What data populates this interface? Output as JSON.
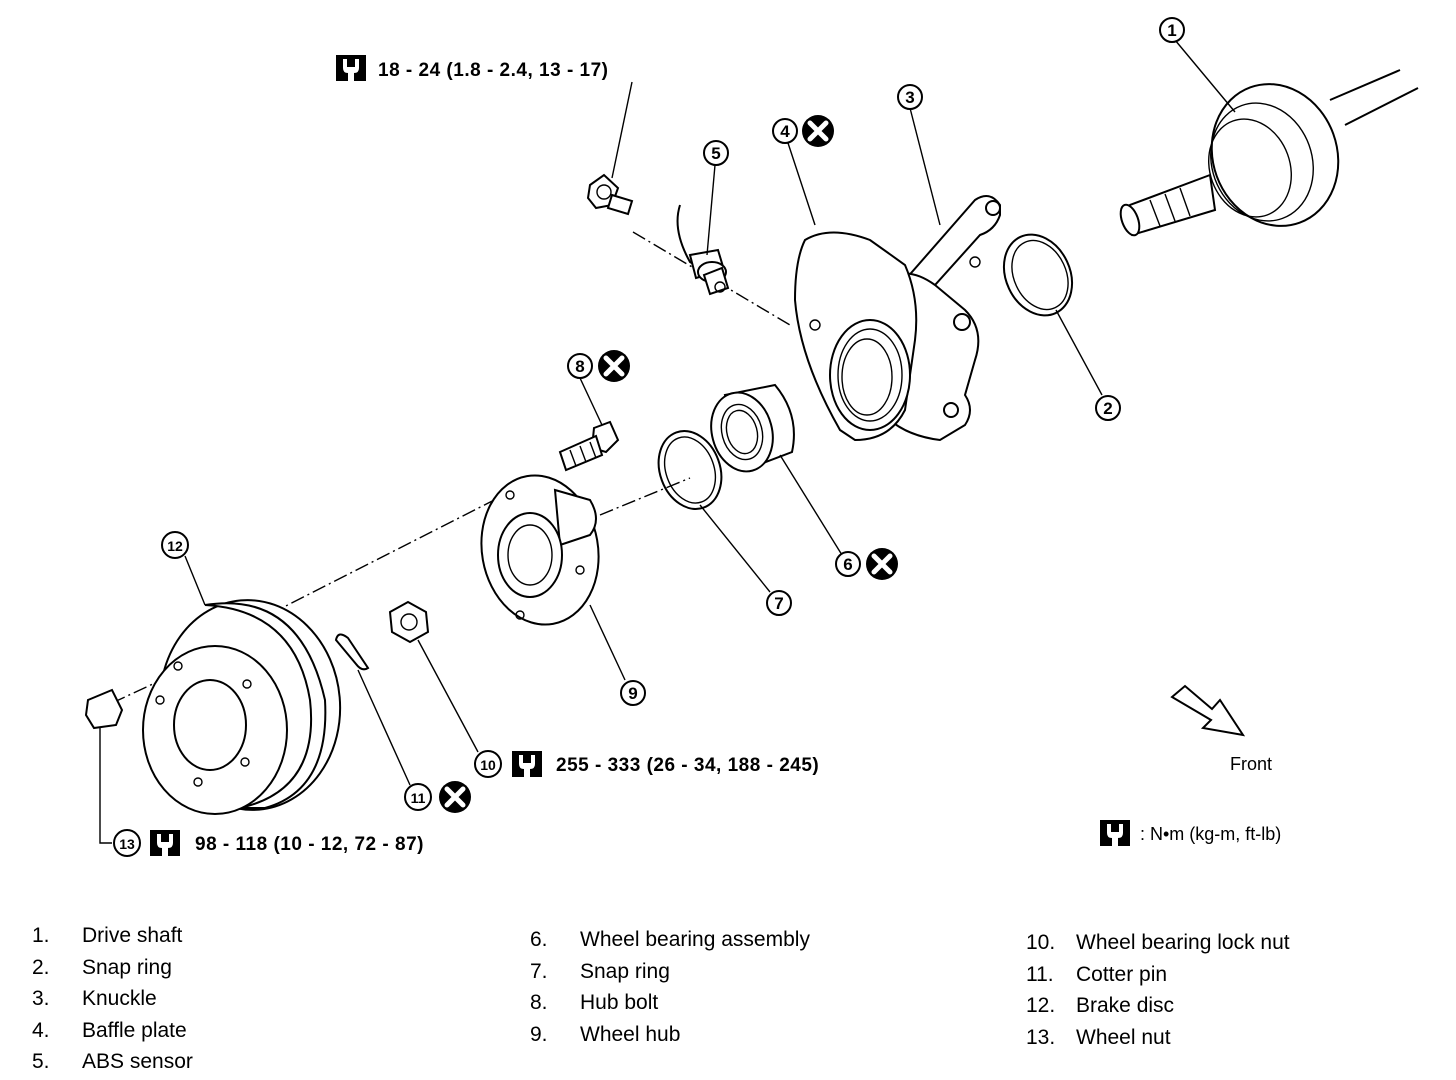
{
  "torque_specs": {
    "abs_sensor_bolt": "18 - 24 (1.8 - 2.4, 13 - 17)",
    "lock_nut": "255 - 333 (26 - 34, 188 - 245)",
    "wheel_nut": "98 - 118 (10 - 12, 72 - 87)"
  },
  "units_note": ": N•m (kg-m, ft-lb)",
  "front_label": "Front",
  "callouts": [
    "1",
    "2",
    "3",
    "4",
    "5",
    "6",
    "7",
    "8",
    "9",
    "10",
    "11",
    "12",
    "13"
  ],
  "legend": {
    "col1": [
      {
        "num": "1.",
        "label": "Drive shaft"
      },
      {
        "num": "2.",
        "label": "Snap ring"
      },
      {
        "num": "3.",
        "label": "Knuckle"
      },
      {
        "num": "4.",
        "label": "Baffle plate"
      },
      {
        "num": "5.",
        "label": "ABS sensor"
      }
    ],
    "col2": [
      {
        "num": "6.",
        "label": "Wheel bearing assembly"
      },
      {
        "num": "7.",
        "label": "Snap ring"
      },
      {
        "num": "8.",
        "label": "Hub bolt"
      },
      {
        "num": "9.",
        "label": "Wheel hub"
      }
    ],
    "col3": [
      {
        "num": "10.",
        "label": "Wheel bearing lock nut"
      },
      {
        "num": "11.",
        "label": "Cotter pin"
      },
      {
        "num": "12.",
        "label": "Brake disc"
      },
      {
        "num": "13.",
        "label": "Wheel nut"
      }
    ]
  },
  "icons": {
    "torque": "torque-wrench-icon",
    "replace": "do-not-reuse-icon",
    "arrow": "front-arrow-icon"
  }
}
